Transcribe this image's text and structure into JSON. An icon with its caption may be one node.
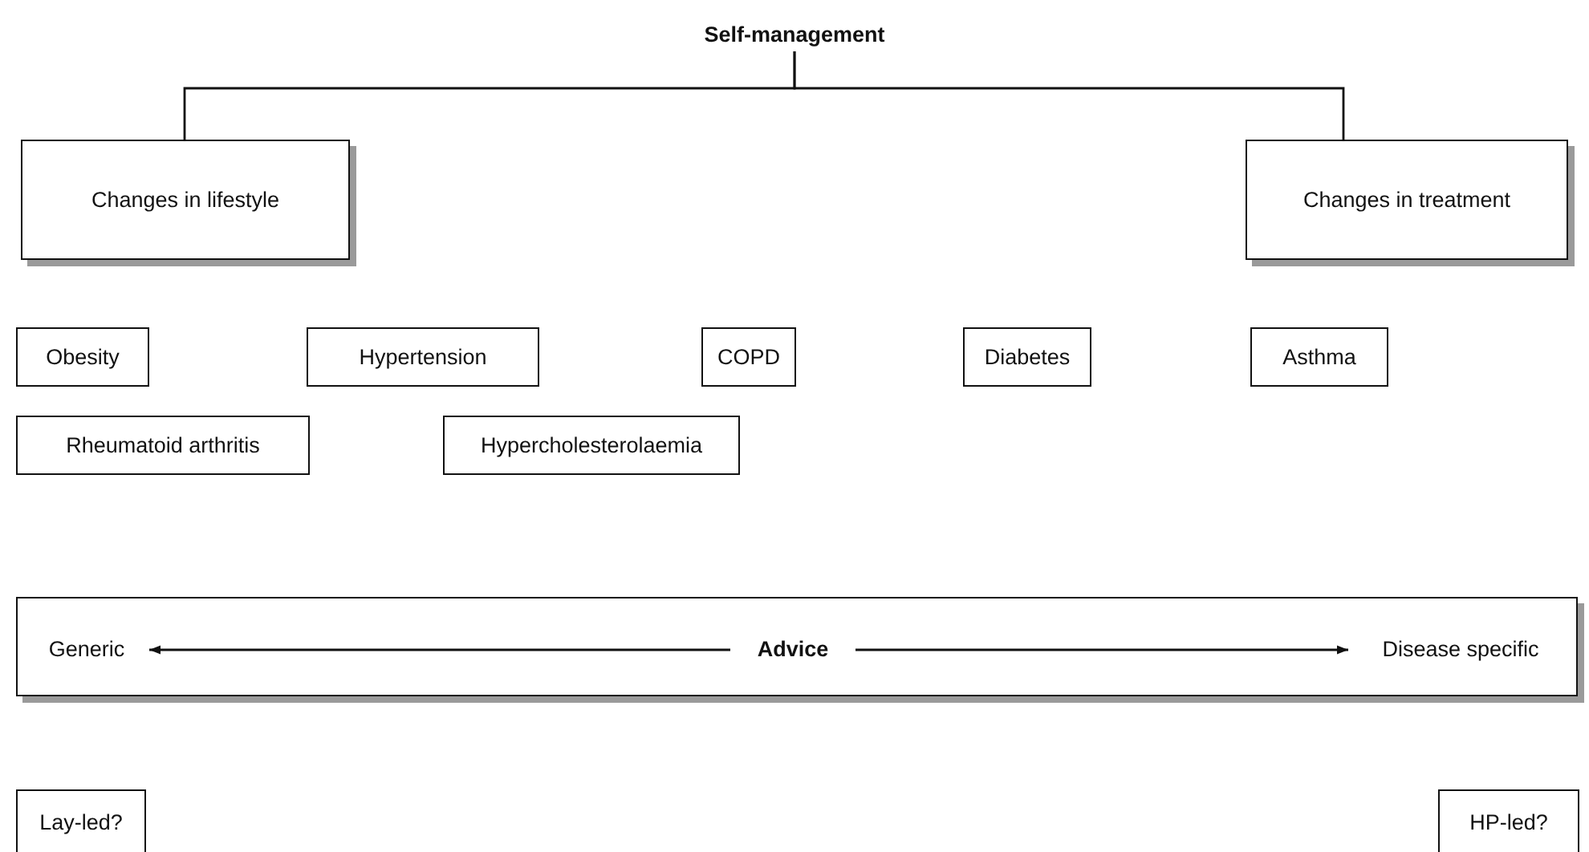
{
  "diagram": {
    "nodes": [
      {
        "text": [
          "Self-management"
        ]
      },
      {
        "text": [
          "Changes in lifestyle"
        ]
      },
      {
        "text": [
          "Changes in treatment"
        ]
      },
      {
        "text": [
          "Obesity"
        ]
      },
      {
        "text": [
          "Hypertension"
        ]
      },
      {
        "text": [
          "COPD"
        ]
      },
      {
        "text": [
          "Diabetes"
        ]
      },
      {
        "text": [
          "Asthma"
        ]
      },
      {
        "text": [
          "Rheumatoid arthritis"
        ]
      },
      {
        "text": [
          "Hypercholesterolaemia"
        ]
      },
      {
        "text": [],
        "shape": "band"
      },
      {
        "text": [
          "Generic"
        ],
        "in": 10
      },
      {
        "text": [
          "Advice"
        ],
        "in": 10
      },
      {
        "text": [
          "Disease specific"
        ],
        "in": 10
      },
      {
        "text": [
          "Lay-led?"
        ]
      },
      {
        "text": [
          "HP-led?"
        ]
      }
    ],
    "edges": [
      {
        "from": 0,
        "to": 1,
        "arrow": "none"
      },
      {
        "from": 0,
        "to": 2,
        "arrow": "none"
      },
      {
        "from": 12,
        "to": 11,
        "arrow": "to"
      },
      {
        "from": 12,
        "to": 13,
        "arrow": "to"
      }
    ]
  }
}
